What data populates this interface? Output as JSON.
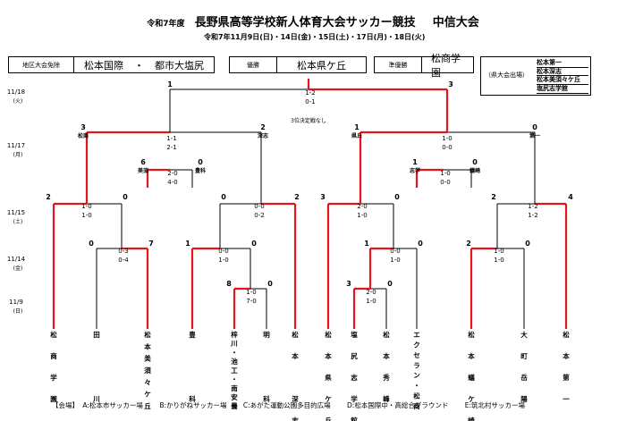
{
  "header": {
    "era": "令和7年度",
    "title": "長野県高等学校新人体育大会サッカー競技",
    "region": "中信大会",
    "dates": "令和7年11月9日(日)・14日(金)・15日(土)・17日(月)・18日(火)"
  },
  "exempt": {
    "label": "地区大会免除",
    "team1": "松本国際",
    "sep": "・",
    "team2": "都市大塩尻"
  },
  "winner": {
    "label": "優勝",
    "team": "松本県ケ丘"
  },
  "runner_up": {
    "label": "準優勝",
    "team": "松商学園"
  },
  "prefectural": {
    "label": "（県大会出場）",
    "teams": [
      "松本第一",
      "松本深志",
      "松本美須々ケ丘",
      "塩尻志学館"
    ]
  },
  "day_labels": [
    {
      "date": "11/18",
      "dow": "(火)"
    },
    {
      "date": "11/17",
      "dow": "(月)"
    },
    {
      "date": "11/15",
      "dow": "(土)"
    },
    {
      "date": "11/14",
      "dow": "(金)"
    },
    {
      "date": "11/9",
      "dow": "(日)"
    }
  ],
  "third_place_note": "3位決定戦なし",
  "teams": [
    "松商学園",
    "田川",
    "松本美須々ケ丘",
    "豊科",
    "梓川・池工・南安曇",
    "明科",
    "松本深志",
    "松本県ケ丘",
    "塩尻志学館",
    "松本秀峰",
    "エクセラン・松商",
    "松本蟻ケ崎",
    "大町岳陽",
    "松本第一"
  ],
  "team_vertical": [
    "松\n商\n学\n園",
    "田\n\n\n川",
    "松\n本\n美\n須\n々\nケ\n丘",
    "豊\n\n\n科",
    "梓\n川\n・\n池\n工\n・\n南\n安\n曇",
    "明\n\n\n科",
    "松\n本\n\n深\n志",
    "松\n本\n県\nケ\n丘",
    "塩\n尻\n志\n学\n館",
    "松\n本\n秀\n峰",
    "エ\nク\nセ\nラ\nン\n・\n松\n商",
    "松\n本\n蟻\nケ\n崎",
    "大\n町\n岳\n陽",
    "松\n本\n第\n一"
  ],
  "scores": {
    "final": {
      "left": "1",
      "right": "3",
      "half1": "1-2",
      "half2": "0-1"
    },
    "semi_left": {
      "left": "3",
      "right": "2",
      "half1": "1-1",
      "half2": "2-1",
      "left_name": "松商",
      "right_name": "深志"
    },
    "semi_right": {
      "left": "1",
      "right": "0",
      "half1": "1-0",
      "half2": "0-0",
      "left_name": "県丘",
      "right_name": "第一"
    },
    "third_left": {
      "left": "6",
      "right": "0",
      "half1": "2-0",
      "half2": "4-0",
      "left_name": "美須",
      "right_name": "豊科"
    },
    "third_right": {
      "left": "1",
      "right": "0",
      "half1": "1-0",
      "half2": "0-0",
      "left_name": "志学",
      "right_name": "蟻崎"
    },
    "qf1": {
      "left": "2",
      "right": "0",
      "half1": "1-0",
      "half2": "1-0"
    },
    "qf2": {
      "left": "0",
      "right": "2",
      "half1": "0-0",
      "half2": "0-2"
    },
    "qf3": {
      "left": "3",
      "right": "0",
      "half1": "2-0",
      "half2": "1-0"
    },
    "qf4": {
      "left": "2",
      "right": "4",
      "half1": "1-2",
      "half2": "1-2"
    },
    "r2a": {
      "left": "0",
      "right": "7",
      "half1": "0-3",
      "half2": "0-4"
    },
    "r2b": {
      "left": "1",
      "right": "0",
      "half1": "0-0",
      "half2": "1-0"
    },
    "r2c": {
      "left": "1",
      "right": "0",
      "half1": "0-0",
      "half2": "1-0"
    },
    "r2d": {
      "left": "2",
      "right": "0",
      "half1": "1-0",
      "half2": "1-0"
    },
    "r1a": {
      "left": "8",
      "right": "0",
      "half1": "1-0",
      "half2": "7-0"
    },
    "r1b": {
      "left": "3",
      "right": "0",
      "half1": "2-0",
      "half2": "1-0"
    }
  },
  "footer": {
    "venues_label": "【会場】",
    "venues": [
      "A:松本市サッカー場",
      "B:かりがねサッカー場",
      "C:あがた運動公園多目的広場",
      "D:松本国際中・高総合グラウンド",
      "E:筑北村サッカー場"
    ]
  },
  "colors": {
    "win_line": "#e8141c",
    "line": "#000000"
  }
}
